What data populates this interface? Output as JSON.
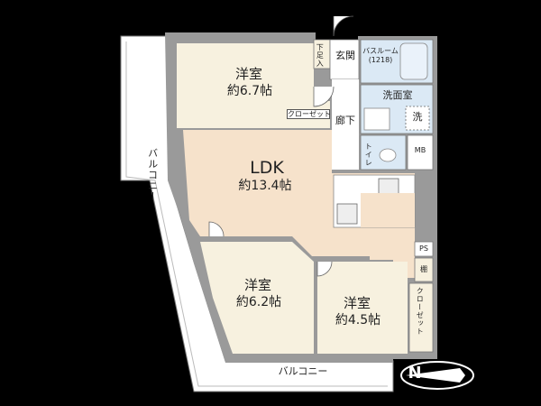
{
  "rooms": {
    "western1": {
      "name": "洋室",
      "size": "約6.7帖"
    },
    "ldk": {
      "name": "LDK",
      "size": "約13.4帖"
    },
    "western2": {
      "name": "洋室",
      "size": "約6.2帖"
    },
    "western3": {
      "name": "洋室",
      "size": "約4.5帖"
    }
  },
  "labels": {
    "shoe_storage": "下足入",
    "entrance": "玄関",
    "bathroom": "バスルーム",
    "bathroom_size": "(1218)",
    "washroom": "洗面室",
    "washer": "洗",
    "hallway": "廊下",
    "toilet": "トイレ",
    "mb": "MB",
    "closet_top": "クローゼット",
    "closet_right": "クローゼット",
    "ps": "PS",
    "shelf": "棚",
    "balcony_left": "バルコニー",
    "balcony_bottom": "バルコニー"
  },
  "compass": {
    "letter": "N"
  },
  "colors": {
    "background": "#000000",
    "wall": "#9a9a9a",
    "western_floor": "#f7f1df",
    "ldk_floor": "#f6e2cb",
    "wet_area": "#dbe9f5",
    "hall": "#ffffff",
    "balcony": "#ffffff"
  }
}
